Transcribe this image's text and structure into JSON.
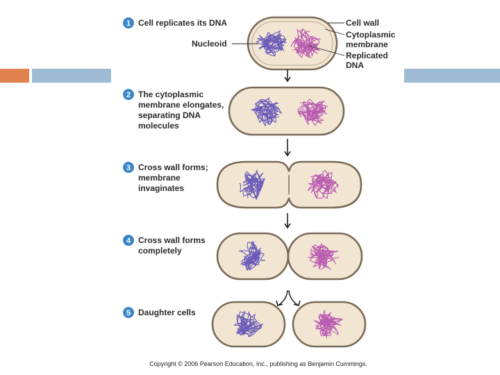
{
  "steps": [
    {
      "number": "1",
      "lines": [
        "Cell replicates its DNA"
      ]
    },
    {
      "number": "2",
      "lines": [
        "The cytoplasmic",
        "membrane elongates,",
        "separating DNA",
        "molecules"
      ]
    },
    {
      "number": "3",
      "lines": [
        "Cross wall forms;",
        "membrane",
        "invaginates"
      ]
    },
    {
      "number": "4",
      "lines": [
        "Cross wall forms",
        "completely"
      ]
    },
    {
      "number": "5",
      "lines": [
        "Daughter cells"
      ]
    }
  ],
  "labels": {
    "nucleoid": "Nucleoid",
    "cell_wall": "Cell wall",
    "cytoplasmic_membrane": [
      "Cytoplasmic",
      "membrane"
    ],
    "replicated_dna": [
      "Replicated",
      "DNA"
    ]
  },
  "copyright": "Copyright © 2006 Pearson Education, Inc., publishing as Benjamin Cummings.",
  "colors": {
    "accent_orange": "#e0814f",
    "accent_blue": "#9fbbd3",
    "step_circle": "#3a86c6",
    "cell_fill": "#f2e6d3",
    "cell_wall": "#7a6a58",
    "dna_left": "#6a5bb8",
    "dna_right": "#b95ab1"
  }
}
